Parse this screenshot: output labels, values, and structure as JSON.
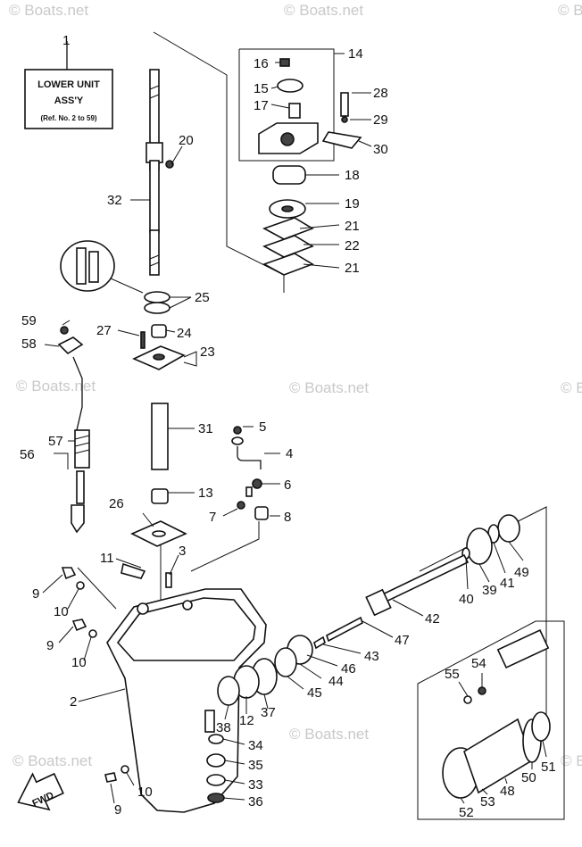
{
  "title_box": {
    "ref": "1",
    "line1": "LOWER UNIT",
    "line2": "ASS'Y",
    "line3": "(Ref. No. 2 to 59)"
  },
  "watermark": "© Boats.net",
  "fwd_label": "FWD",
  "callouts": [
    "1",
    "2",
    "3",
    "4",
    "5",
    "6",
    "7",
    "8",
    "9",
    "9",
    "9",
    "10",
    "10",
    "10",
    "11",
    "12",
    "13",
    "14",
    "15",
    "16",
    "17",
    "18",
    "19",
    "20",
    "21",
    "21",
    "22",
    "23",
    "24",
    "25",
    "26",
    "27",
    "28",
    "29",
    "30",
    "31",
    "32",
    "33",
    "34",
    "35",
    "36",
    "37",
    "38",
    "39",
    "40",
    "41",
    "42",
    "43",
    "44",
    "45",
    "46",
    "47",
    "48",
    "49",
    "50",
    "51",
    "52",
    "53",
    "54",
    "55",
    "56",
    "57",
    "58",
    "59"
  ]
}
